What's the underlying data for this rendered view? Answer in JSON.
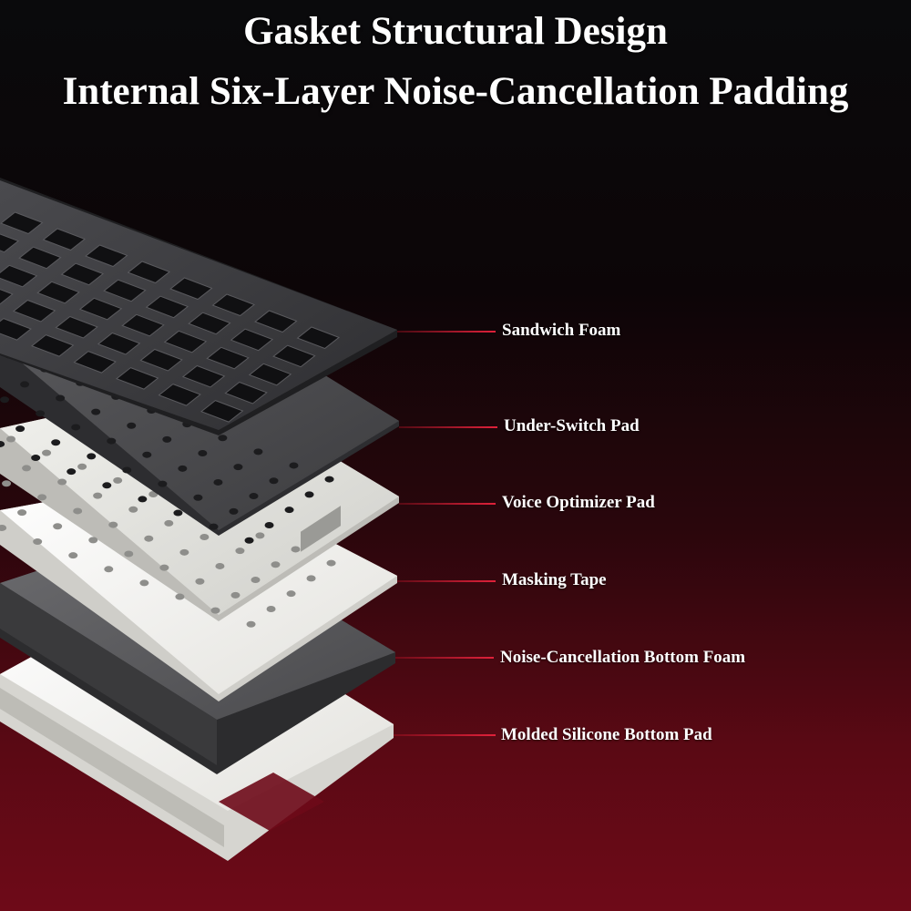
{
  "header": {
    "title": "Gasket Structural Design",
    "subtitle": "Internal Six-Layer Noise-Cancellation Padding"
  },
  "layers": [
    {
      "label": "Sandwich Foam",
      "color": "#3a3a3d",
      "icon": "keyboard-plate-foam"
    },
    {
      "label": "Under-Switch Pad",
      "color": "#48484b",
      "icon": "switch-pad"
    },
    {
      "label": "Voice Optimizer Pad",
      "color": "#dcdcd8",
      "icon": "optimizer-pad"
    },
    {
      "label": "Masking Tape",
      "color": "#f1f0ec",
      "icon": "tape-sheet"
    },
    {
      "label": "Noise-Cancellation Bottom Foam",
      "color": "#5a5a5c",
      "icon": "bottom-foam"
    },
    {
      "label": "Molded Silicone Bottom Pad",
      "color": "#efeeea",
      "icon": "silicone-frame"
    }
  ],
  "colors": {
    "accent_line": "#e0213a",
    "text": "#ffffff",
    "background_top": "#0a0a0c",
    "background_bottom": "#6e0a18"
  }
}
